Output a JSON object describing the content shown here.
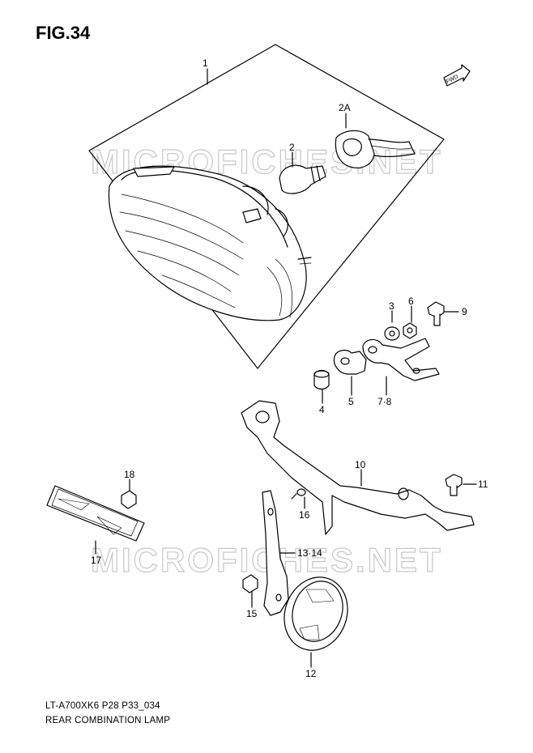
{
  "figure": {
    "title": "FIG.34",
    "model_code": "LT-A700XK6 P28 P33_034",
    "caption": "REAR COMBINATION LAMP",
    "fwd_label": "FWD",
    "watermark": "MICROFICHES.NET"
  },
  "callouts": [
    "1",
    "2",
    "2A",
    "3",
    "4",
    "5",
    "6",
    "7·8",
    "9",
    "10",
    "11",
    "12",
    "13·14",
    "15",
    "16",
    "17",
    "18"
  ],
  "colors": {
    "line": "#000000",
    "watermark": "#d4d4d4",
    "background": "#ffffff"
  }
}
